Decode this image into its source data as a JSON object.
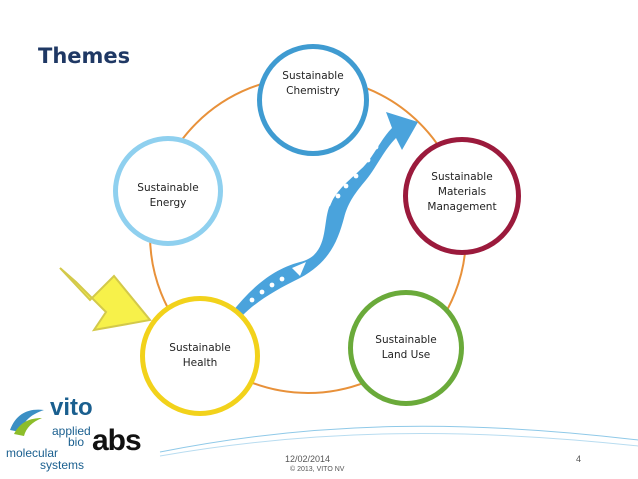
{
  "slide": {
    "title": "Themes",
    "accent_color": "#e8913a",
    "nodes": [
      {
        "id": "chemistry",
        "label": "Sustainable\nChemistry",
        "color": "#3f9bd1"
      },
      {
        "id": "materials",
        "label": "Sustainable\nMaterials\nManagement",
        "color": "#9b1a3c"
      },
      {
        "id": "landuse",
        "label": "Sustainable\nLand Use",
        "color": "#6aaa3a"
      },
      {
        "id": "health",
        "label": "Sustainable\nHealth",
        "color": "#f2d21b"
      },
      {
        "id": "energy",
        "label": "Sustainable\nEnergy",
        "color": "#8fd0ef"
      }
    ],
    "pointer_arrow": {
      "color": "#f7f14a",
      "outline": "#d3c94a",
      "icon": "yellow-pointer-arrow"
    },
    "flow_arrow": {
      "color": "#4aa3dc",
      "icon": "curved-dotted-arrow"
    }
  },
  "footer": {
    "date": "12/02/2014",
    "copyright": "© 2013, VITO NV",
    "page": "4"
  },
  "logo": {
    "brand": "vito",
    "line1": "applied",
    "line2": "bio",
    "line3": "molecular",
    "line4": "systems",
    "abbr": "abs",
    "brand_color": "#1a5f8f",
    "accent_color": "#8cbd2a"
  }
}
